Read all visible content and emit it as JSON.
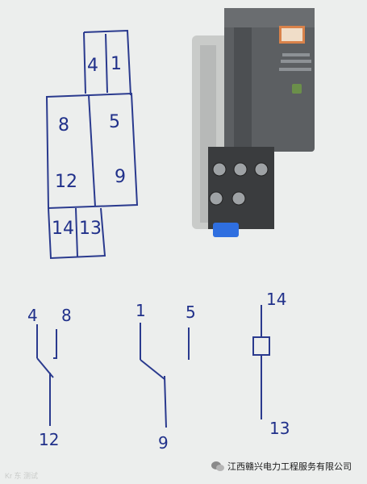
{
  "pin_grid": {
    "row1": [
      "4",
      "1"
    ],
    "row2": [
      "8",
      "5"
    ],
    "row3": [
      "12",
      "9"
    ],
    "row4": [
      "14",
      "13"
    ]
  },
  "contact_a": {
    "top_left": "4",
    "top_right": "8",
    "bottom": "12"
  },
  "contact_b": {
    "top_left": "1",
    "top_right": "5",
    "bottom": "9"
  },
  "coil": {
    "top": "14",
    "bottom": "13"
  },
  "watermark": {
    "text": "江西赣兴电力工程服务有限公司",
    "icon": "wechat-icon"
  },
  "corner_mark": {
    "text": "Kr 东 测试"
  },
  "colors": {
    "ink": "#20308a",
    "relay_body": "#5c5f62",
    "relay_base": "#3a3c3e",
    "clip": "#2f6fe0"
  }
}
